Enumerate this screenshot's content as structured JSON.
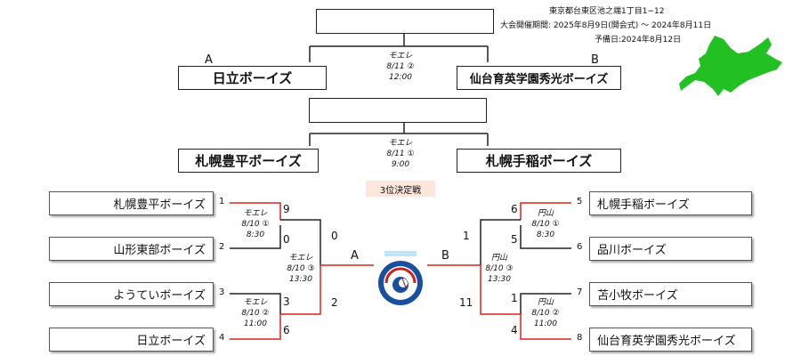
{
  "header": {
    "address": "東京都台東区池之端1丁目1−12",
    "period": "大会開催期間:  2025年8月9日(開会式) 〜  2024年8月11日",
    "reserve": "予備日:2024年8月12日"
  },
  "final": {
    "champion_box": "",
    "left_label": "A",
    "right_label": "B",
    "left_team": "日立ボーイズ",
    "right_team": "仙台育英学園秀光ボーイズ",
    "venue": "モエレ",
    "date": "8/11 ②",
    "time": "12:00"
  },
  "third_place": {
    "winner_box": "",
    "left_team": "札幌豊平ボーイズ",
    "right_team": "札幌手稲ボーイズ",
    "venue": "モエレ",
    "date": "8/11 ①",
    "time": "9:00",
    "title": "3位決定戦"
  },
  "left_bracket": {
    "teams": [
      {
        "seed": "1",
        "name": "札幌豊平ボーイズ",
        "score": "9"
      },
      {
        "seed": "2",
        "name": "山形東部ボーイズ",
        "score": "0"
      },
      {
        "seed": "3",
        "name": "ようていボーイズ",
        "score": "3"
      },
      {
        "seed": "4",
        "name": "日立ボーイズ",
        "score": "6"
      }
    ],
    "match1": {
      "venue": "モエレ",
      "date": "8/10 ①",
      "time": "8:30"
    },
    "match2": {
      "venue": "モエレ",
      "date": "8/10 ②",
      "time": "11:00"
    },
    "semi": {
      "venue": "モエレ",
      "date": "8/10 ③",
      "time": "13:30",
      "score_top": "0",
      "score_bottom": "2"
    },
    "final_label": "A"
  },
  "right_bracket": {
    "teams": [
      {
        "seed": "5",
        "name": "札幌手稲ボーイズ",
        "score": "6"
      },
      {
        "seed": "6",
        "name": "品川ボーイズ",
        "score": "5"
      },
      {
        "seed": "7",
        "name": "苫小牧ボーイズ",
        "score": "1"
      },
      {
        "seed": "8",
        "name": "仙台育英学園秀光ボーイズ",
        "score": "4"
      }
    ],
    "match1": {
      "venue": "円山",
      "date": "8/10 ①",
      "time": "8:30"
    },
    "match2": {
      "venue": "円山",
      "date": "8/10 ②",
      "time": "11:00"
    },
    "semi": {
      "venue": "円山",
      "date": "8/10 ③",
      "time": "13:30",
      "score_top": "1",
      "score_bottom": "11"
    },
    "final_label": "B"
  },
  "colors": {
    "winner_line": "#e0201c",
    "line": "#222222",
    "map": "#22c022"
  },
  "icons": {
    "map": "hokkaido-map-icon",
    "logo": "league-logo-icon"
  }
}
